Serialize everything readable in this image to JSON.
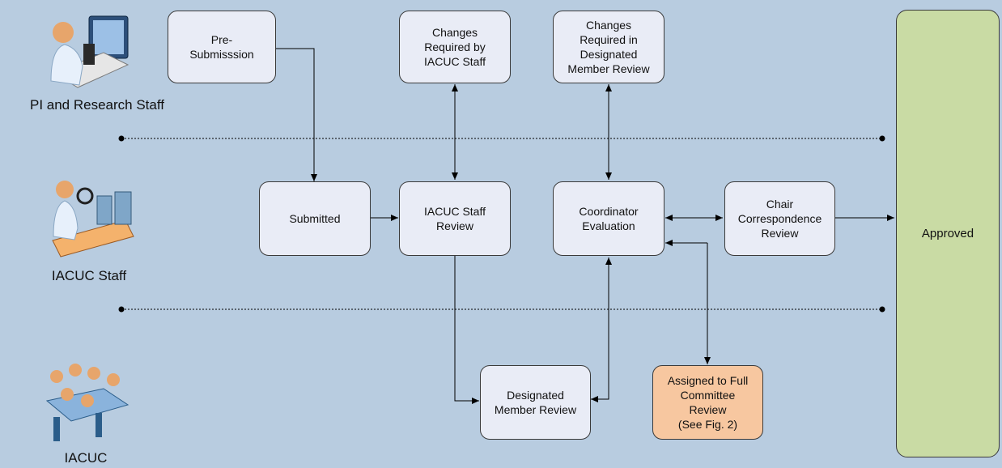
{
  "swimlanes": [
    {
      "label": "PI and Research Staff",
      "icon": "scientist-microscope-icon"
    },
    {
      "label": "IACUC Staff",
      "icon": "staff-inspector-icon"
    },
    {
      "label": "IACUC",
      "icon": "committee-meeting-icon"
    }
  ],
  "nodes": {
    "pre_submission": "Pre-\nSubmisssion",
    "changes_staff": "Changes\nRequired by\nIACUC Staff",
    "changes_dmr": "Changes\nRequired in\nDesignated\nMember Review",
    "submitted": "Submitted",
    "staff_review": "IACUC Staff\nReview",
    "coordinator": "Coordinator\nEvaluation",
    "chair": "Chair\nCorrespondence\nReview",
    "approved": "Approved",
    "dmr": "Designated\nMember Review",
    "full_committee": "Assigned to Full\nCommittee\nReview\n(See Fig. 2)"
  },
  "colors": {
    "background": "#b8cce0",
    "node_fill": "#e9ecf6",
    "full_committee_fill": "#f7c7a0",
    "approved_fill": "#c9dba4"
  }
}
